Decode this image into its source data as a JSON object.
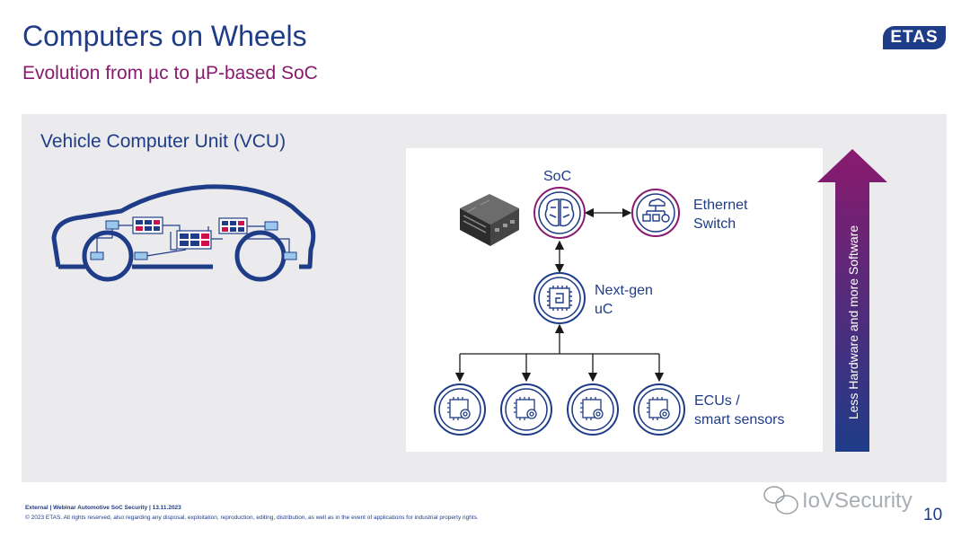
{
  "header": {
    "title": "Computers on Wheels",
    "subtitle": "Evolution from µc to µP-based SoC",
    "logo_text": "ETAS"
  },
  "panel": {
    "title": "Vehicle Computer Unit (VCU)"
  },
  "diagram": {
    "soc_label": "SoC",
    "ethernet_label_line1": "Ethernet",
    "ethernet_label_line2": "Switch",
    "nextgen_label_line1": "Next-gen",
    "nextgen_label_line2": "uC",
    "ecu_label_line1": "ECUs /",
    "ecu_label_line2": "smart sensors",
    "ecu_count": 4,
    "side_arrow_text": "Less Hardware and more Software"
  },
  "footer": {
    "line1": "External | Webinar Automotive SoC Security | 13.11.2023",
    "line2": "© 2023 ETAS. All rights reserved, also regarding any disposal, exploitation, reproduction, editing, distribution, as well as in the event of applications for industrial property rights.",
    "page_number": "10",
    "watermark": "IoVSecurity"
  },
  "colors": {
    "primary": "#1f3c88",
    "accent": "#8a1a6e",
    "panel_bg": "#ebebed",
    "highlight_red": "#d0104c"
  }
}
